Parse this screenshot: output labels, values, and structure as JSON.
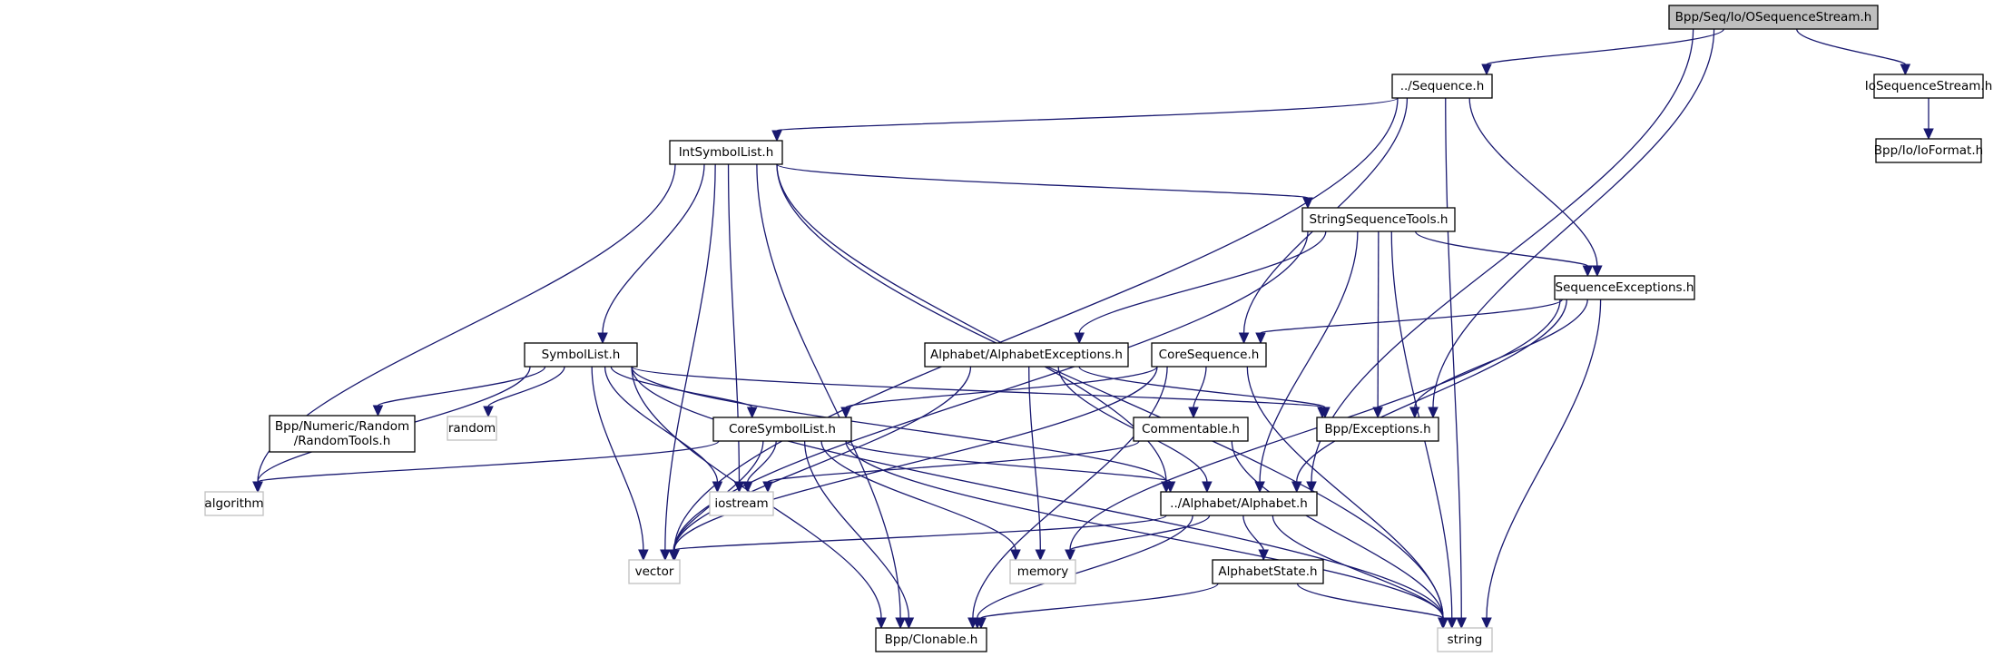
{
  "title": "Bpp/Seq/Io/OSequenceStream.h",
  "colors": {
    "edge": "#191970",
    "root_fill": "#bfbfbf",
    "node_border": "#000000",
    "external_border": "#bfbfbf"
  },
  "nodes": [
    {
      "id": "root",
      "label": "Bpp/Seq/Io/OSequenceStream.h",
      "kind": "root"
    },
    {
      "id": "sequence",
      "label": "../Sequence.h",
      "kind": "internal"
    },
    {
      "id": "iosequencestream",
      "label": "IoSequenceStream.h",
      "kind": "internal"
    },
    {
      "id": "ioformat",
      "label": "Bpp/Io/IoFormat.h",
      "kind": "internal"
    },
    {
      "id": "intsymbollist",
      "label": "IntSymbolList.h",
      "kind": "internal"
    },
    {
      "id": "stringsequencetools",
      "label": "StringSequenceTools.h",
      "kind": "internal"
    },
    {
      "id": "sequenceexceptions",
      "label": "SequenceExceptions.h",
      "kind": "internal"
    },
    {
      "id": "symbollist",
      "label": "SymbolList.h",
      "kind": "internal"
    },
    {
      "id": "alphabetexceptions",
      "label": "Alphabet/AlphabetExceptions.h",
      "kind": "internal"
    },
    {
      "id": "coresequence",
      "label": "CoreSequence.h",
      "kind": "internal"
    },
    {
      "id": "randomtools",
      "label": "Bpp/Numeric/Random\n/RandomTools.h",
      "kind": "internal"
    },
    {
      "id": "random",
      "label": "random",
      "kind": "external"
    },
    {
      "id": "coresymbollist",
      "label": "CoreSymbolList.h",
      "kind": "internal"
    },
    {
      "id": "commentable",
      "label": "Commentable.h",
      "kind": "internal"
    },
    {
      "id": "exceptions",
      "label": "Bpp/Exceptions.h",
      "kind": "internal"
    },
    {
      "id": "algorithm",
      "label": "algorithm",
      "kind": "external"
    },
    {
      "id": "iostream",
      "label": "iostream",
      "kind": "external"
    },
    {
      "id": "alphabet",
      "label": "../Alphabet/Alphabet.h",
      "kind": "internal"
    },
    {
      "id": "vector",
      "label": "vector",
      "kind": "external"
    },
    {
      "id": "memory",
      "label": "memory",
      "kind": "external"
    },
    {
      "id": "alphabetstate",
      "label": "AlphabetState.h",
      "kind": "internal"
    },
    {
      "id": "clonable",
      "label": "Bpp/Clonable.h",
      "kind": "internal"
    },
    {
      "id": "string",
      "label": "string",
      "kind": "external"
    }
  ],
  "edges": [
    [
      "root",
      "sequence"
    ],
    [
      "root",
      "iosequencestream"
    ],
    [
      "root",
      "exceptions"
    ],
    [
      "root",
      "alphabet"
    ],
    [
      "iosequencestream",
      "ioformat"
    ],
    [
      "sequence",
      "intsymbollist"
    ],
    [
      "sequence",
      "vector"
    ],
    [
      "sequence",
      "coresequence"
    ],
    [
      "sequence",
      "sequenceexceptions"
    ],
    [
      "sequence",
      "string"
    ],
    [
      "intsymbollist",
      "stringsequencetools"
    ],
    [
      "intsymbollist",
      "symbollist"
    ],
    [
      "intsymbollist",
      "algorithm"
    ],
    [
      "intsymbollist",
      "vector"
    ],
    [
      "intsymbollist",
      "iostream"
    ],
    [
      "intsymbollist",
      "clonable"
    ],
    [
      "intsymbollist",
      "alphabet"
    ],
    [
      "intsymbollist",
      "string"
    ],
    [
      "stringsequencetools",
      "alphabetexceptions"
    ],
    [
      "stringsequencetools",
      "sequenceexceptions"
    ],
    [
      "stringsequencetools",
      "exceptions"
    ],
    [
      "stringsequencetools",
      "alphabet"
    ],
    [
      "stringsequencetools",
      "vector"
    ],
    [
      "stringsequencetools",
      "string"
    ],
    [
      "sequenceexceptions",
      "coresequence"
    ],
    [
      "sequenceexceptions",
      "exceptions"
    ],
    [
      "sequenceexceptions",
      "alphabet"
    ],
    [
      "sequenceexceptions",
      "memory"
    ],
    [
      "sequenceexceptions",
      "string"
    ],
    [
      "symbollist",
      "randomtools"
    ],
    [
      "symbollist",
      "random"
    ],
    [
      "symbollist",
      "coresymbollist"
    ],
    [
      "symbollist",
      "exceptions"
    ],
    [
      "symbollist",
      "algorithm"
    ],
    [
      "symbollist",
      "iostream"
    ],
    [
      "symbollist",
      "vector"
    ],
    [
      "symbollist",
      "alphabet"
    ],
    [
      "symbollist",
      "clonable"
    ],
    [
      "symbollist",
      "string"
    ],
    [
      "alphabetexceptions",
      "exceptions"
    ],
    [
      "alphabetexceptions",
      "alphabet"
    ],
    [
      "alphabetexceptions",
      "memory"
    ],
    [
      "alphabetexceptions",
      "vector"
    ],
    [
      "coresequence",
      "coresymbollist"
    ],
    [
      "coresequence",
      "commentable"
    ],
    [
      "coresequence",
      "vector"
    ],
    [
      "coresequence",
      "clonable"
    ],
    [
      "coresequence",
      "string"
    ],
    [
      "coresymbollist",
      "algorithm"
    ],
    [
      "coresymbollist",
      "iostream"
    ],
    [
      "coresymbollist",
      "vector"
    ],
    [
      "coresymbollist",
      "alphabet"
    ],
    [
      "coresymbollist",
      "memory"
    ],
    [
      "coresymbollist",
      "clonable"
    ],
    [
      "coresymbollist",
      "string"
    ],
    [
      "commentable",
      "iostream"
    ],
    [
      "commentable",
      "string"
    ],
    [
      "alphabet",
      "vector"
    ],
    [
      "alphabet",
      "memory"
    ],
    [
      "alphabet",
      "alphabetstate"
    ],
    [
      "alphabet",
      "clonable"
    ],
    [
      "alphabet",
      "string"
    ],
    [
      "alphabetstate",
      "clonable"
    ],
    [
      "alphabetstate",
      "string"
    ]
  ]
}
